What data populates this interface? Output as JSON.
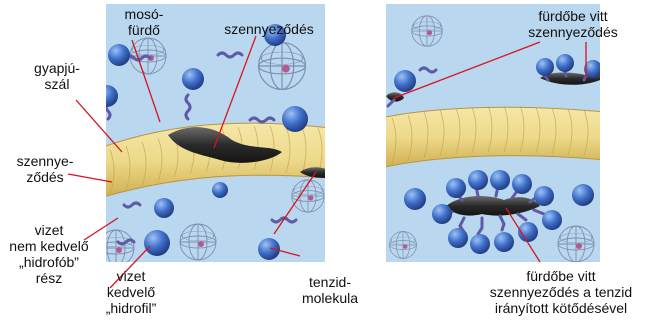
{
  "labels": {
    "moso_furdo": [
      "mosó-",
      "fürdő"
    ],
    "szennyezodes_top": [
      "szennyeződés"
    ],
    "gyapju_szal": [
      "gyapjú-",
      "szál"
    ],
    "szennyezodes_left": [
      "szennye-",
      "ződés"
    ],
    "vizet_nem_kedvelo": [
      "vizet",
      "nem kedvelő",
      "„hidrofób”",
      "rész"
    ],
    "vizet_kedvelo": [
      "vizet",
      "kedvelő",
      "„hidrofil”"
    ],
    "tenzid_molekula": [
      "tenzid-",
      "molekula"
    ],
    "furdobe_vitt_top": [
      "fürdőbe vitt",
      "szennyeződés"
    ],
    "furdobe_vitt_bottom": [
      "fürdőbe vitt",
      "szennyeződés a tenzid",
      "irányított kötődésével"
    ]
  },
  "colors": {
    "water": "#b9d7ef",
    "fiber": "#ecd98a",
    "fiber_edge": "#c9a94e",
    "dirt": "#2b2b2b",
    "head": "#3f6fc9",
    "tail": "#5e5aa6",
    "leader": "#d7141e"
  }
}
